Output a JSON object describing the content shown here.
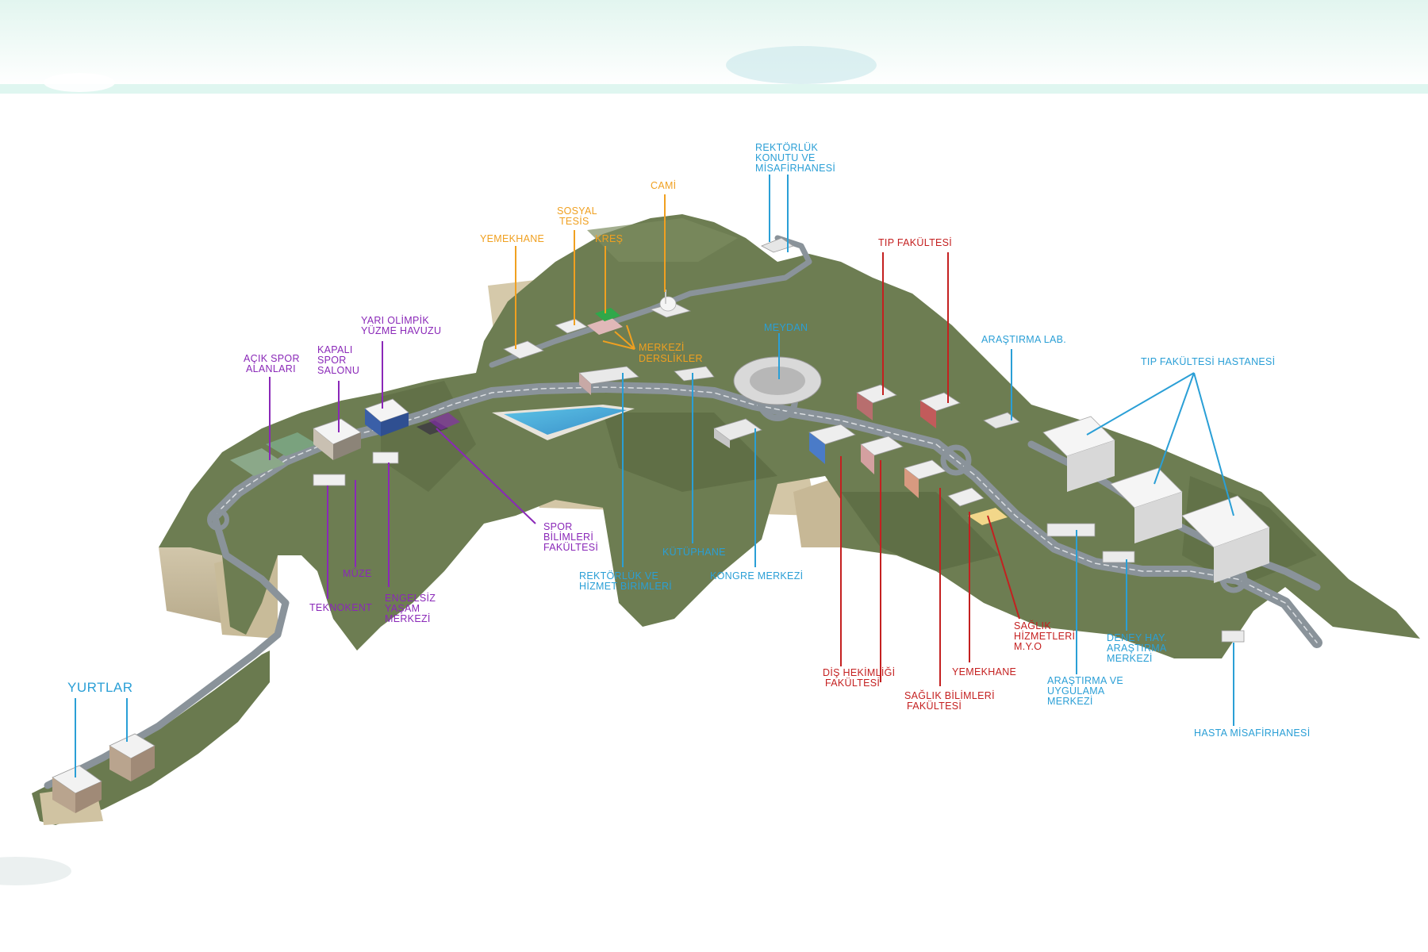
{
  "colors": {
    "blue": "#2a9fd6",
    "orange": "#f0a020",
    "purple": "#8a28b8",
    "red": "#c42020",
    "terrain": "#6d7d52",
    "terrain_dark": "#56653f",
    "road": "#8a939a",
    "header_band": "#dff6f0"
  },
  "labels": {
    "yurtlar": "YURTLAR",
    "teknokent": "TEKNOKENT",
    "muze": "MÜZE",
    "engelsiz_1": "ENGELSİZ",
    "engelsiz_2": "YAŞAM",
    "engelsiz_3": "MERKEZİ",
    "acik_spor_1": "AÇIK SPOR",
    "acik_spor_2": "ALANLARI",
    "kapali_spor_1": "KAPALI",
    "kapali_spor_2": "SPOR",
    "kapali_spor_3": "SALONU",
    "havuz_1": "YARI OLİMPİK",
    "havuz_2": "YÜZME HAVUZU",
    "spor_fak_1": "SPOR",
    "spor_fak_2": "BİLİMLERİ",
    "spor_fak_3": "FAKÜLTESİ",
    "yemekhane_top": "YEMEKHANE",
    "sosyal_1": "SOSYAL",
    "sosyal_2": "TESİS",
    "kres": "KREŞ",
    "cami": "CAMİ",
    "merkezi_1": "MERKEZİ",
    "merkezi_2": "DERSLİKLER",
    "rektorluk_konut_1": "REKTÖRLÜK",
    "rektorluk_konut_2": "KONUTU VE",
    "rektorluk_konut_3": "MİSAFİRHANESİ",
    "meydan": "MEYDAN",
    "kutuphane": "KÜTÜPHANE",
    "rektorluk_hizmet_1": "REKTÖRLÜK VE",
    "rektorluk_hizmet_2": "HİZMET BİRİMLERİ",
    "kongre": "KONGRE MERKEZİ",
    "tip_fak": "TIP FAKÜLTESİ",
    "arastirma_lab": "ARAŞTIRMA LAB.",
    "tip_hastane": "TIP FAKÜLTESİ HASTANESİ",
    "dis_1": "DİŞ HEKİMLİĞİ",
    "dis_2": "FAKÜLTESİ",
    "saglik_bil_1": "SAĞLIK BİLİMLERİ",
    "saglik_bil_2": "FAKÜLTESİ",
    "yemekhane_bottom": "YEMEKHANE",
    "saglik_hiz_1": "SAĞLIK",
    "saglik_hiz_2": "HİZMETLERİ",
    "saglik_hiz_3": "M.Y.O",
    "arastirma_uyg_1": "ARAŞTIRMA VE",
    "arastirma_uyg_2": "UYGULAMA",
    "arastirma_uyg_3": "MERKEZİ",
    "deney_1": "DENEY HAY.",
    "deney_2": "ARAŞTIRMA",
    "deney_3": "MERKEZİ",
    "hasta_misafir": "HASTA MİSAFİRHANESİ"
  }
}
